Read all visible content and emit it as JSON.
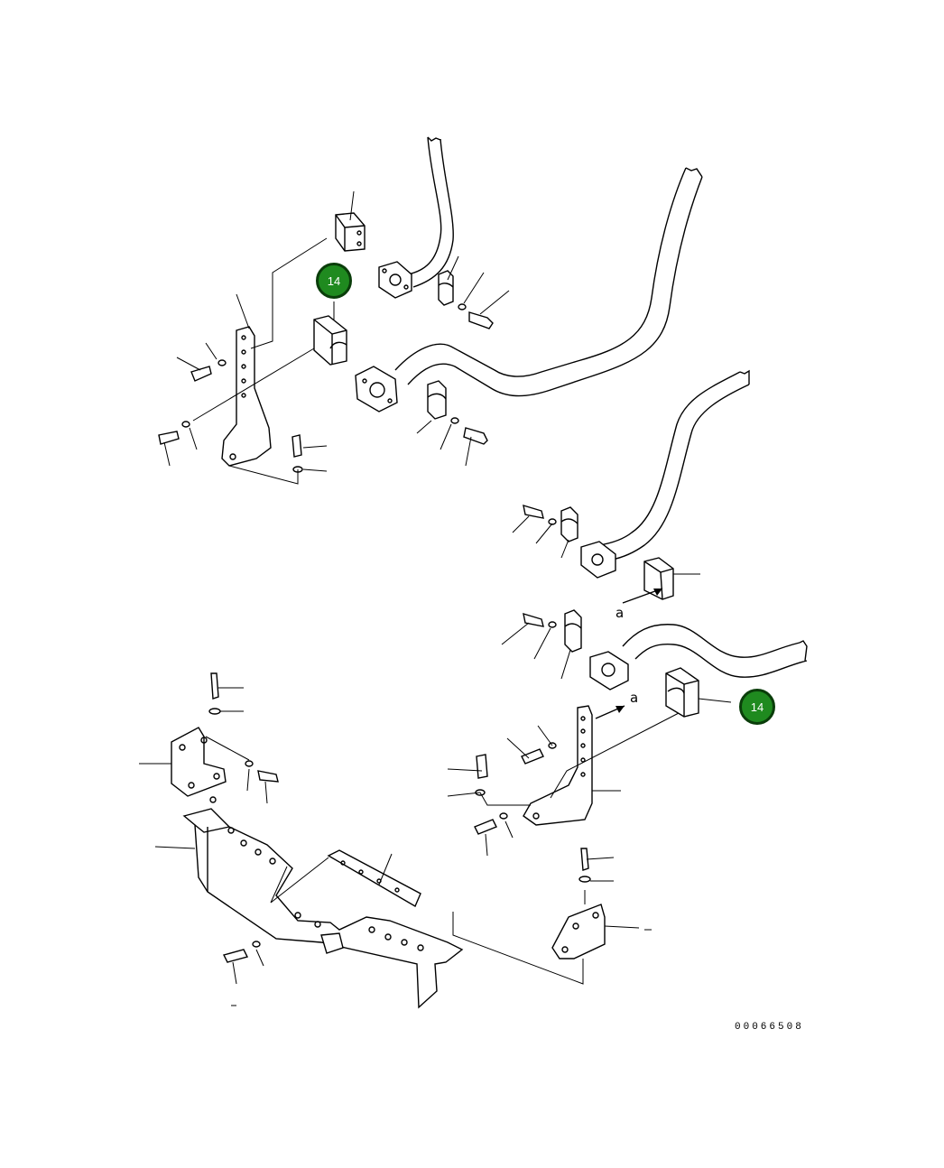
{
  "callouts": [
    {
      "id": "a",
      "label": "14"
    },
    {
      "id": "b",
      "label": "14"
    }
  ],
  "reference_marks": [
    {
      "id": "r1",
      "text": "a"
    },
    {
      "id": "r2",
      "text": "a"
    }
  ],
  "drawing_number": "00066508",
  "colors": {
    "callout_fill": "#1f8a1f",
    "callout_border": "#0a3d0a",
    "line": "#000000",
    "background": "#ffffff"
  }
}
